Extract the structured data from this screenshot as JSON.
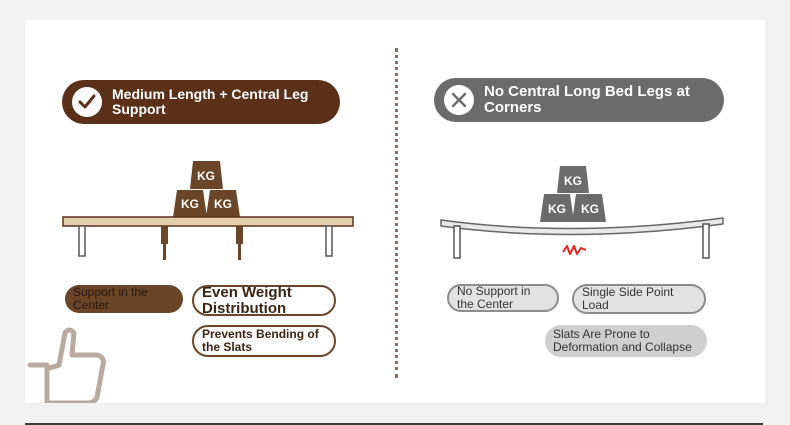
{
  "left": {
    "header": "Medium Length + Central Leg Support",
    "weights": [
      "KG",
      "KG",
      "KG"
    ],
    "tags": {
      "support_center": "Support in the Center",
      "even_weight": "Even Weight Distribution",
      "prevents_bending": "Prevents Bending of the Slats"
    }
  },
  "right": {
    "header": "No Central Long Bed Legs at Corners",
    "weights": [
      "KG",
      "KG",
      "KG"
    ],
    "tags": {
      "no_support": "No Support in the Center",
      "single_side": "Single Side Point Load",
      "slats_prone": "Slats Are Prone to Deformation and Collapse"
    }
  },
  "colors": {
    "brown_dark": "#5a3018",
    "brown_box": "#6b4528",
    "gray_box": "#6b6b6b",
    "board_wood": "#e6cdae",
    "stress_red": "#e0261c"
  },
  "icons": [
    "check-icon",
    "close-icon",
    "thumbs-up-icon",
    "stress-mark-icon"
  ]
}
